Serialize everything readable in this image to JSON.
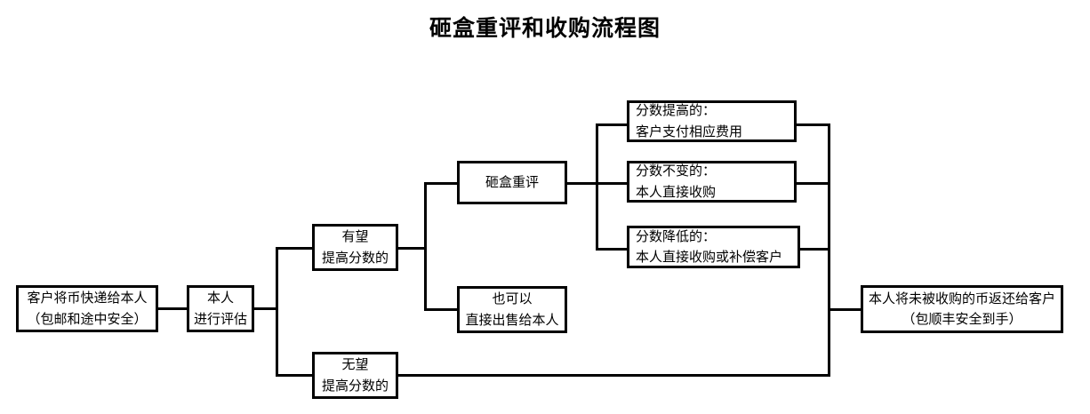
{
  "diagram": {
    "type": "flowchart",
    "title": "砸盒重评和收购流程图",
    "orientation": "left-to-right",
    "line_color": "#000000",
    "box_border_color": "#000000",
    "background_color": "#ffffff",
    "nodes": [
      {
        "id": "customer-ship",
        "name": "customer-ship-coins",
        "lines": [
          "客户将币快递给本人",
          "（包邮和途中安全）"
        ],
        "align": "center"
      },
      {
        "id": "self-evaluate",
        "name": "self-evaluation",
        "lines": [
          "本人",
          "进行评估"
        ],
        "align": "center"
      },
      {
        "id": "hopeful",
        "name": "hopeful-raise-score",
        "lines": [
          "有望",
          "提高分数的"
        ],
        "align": "center"
      },
      {
        "id": "hopeless",
        "name": "hopeless-raise-score",
        "lines": [
          "无望",
          "提高分数的"
        ],
        "align": "center"
      },
      {
        "id": "crack-regrade",
        "name": "crack-and-regrade",
        "lines": [
          "砸盒重评"
        ],
        "align": "center"
      },
      {
        "id": "direct-sell",
        "name": "direct-sell-option",
        "lines": [
          "也可以",
          "直接出售给本人"
        ],
        "align": "center"
      },
      {
        "id": "score-up",
        "name": "score-increased-outcome",
        "lines": [
          "分数提高的：",
          "客户支付相应费用"
        ],
        "align": "left"
      },
      {
        "id": "score-same",
        "name": "score-unchanged-outcome",
        "lines": [
          "分数不变的：",
          "本人直接收购"
        ],
        "align": "left"
      },
      {
        "id": "score-down",
        "name": "score-decreased-outcome",
        "lines": [
          "分数降低的：",
          "本人直接收购或补偿客户"
        ],
        "align": "left"
      },
      {
        "id": "return-coins",
        "name": "return-unpurchased-coins",
        "lines": [
          "本人将未被收购的币返还给客户",
          "（包顺丰安全到手）"
        ],
        "align": "center"
      }
    ]
  }
}
